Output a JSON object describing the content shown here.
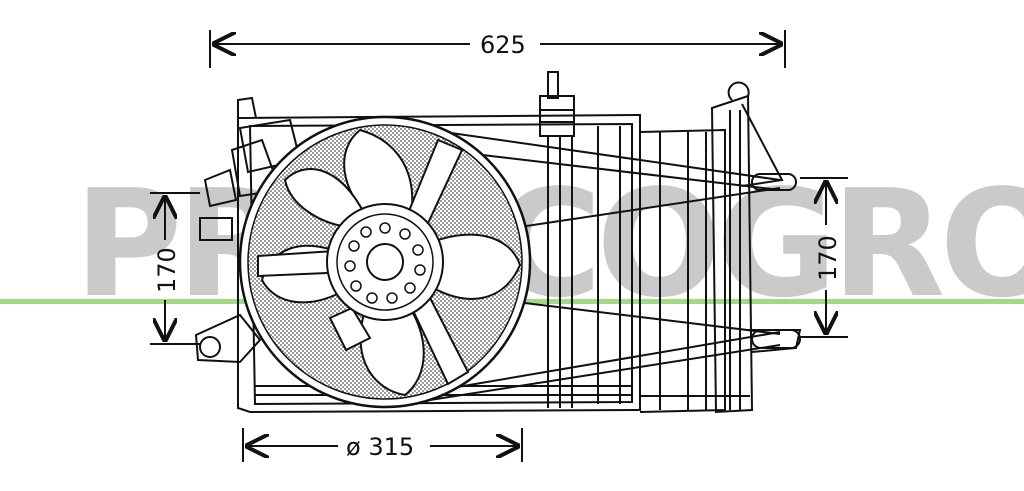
{
  "dimensions": {
    "width": "625",
    "height_left": "170",
    "height_right": "170",
    "fan_diameter": "ø 315"
  },
  "watermark": {
    "text": "PRASCOGROUP"
  },
  "colors": {
    "line": "#111111",
    "watermark": "#b9b9b9",
    "stripe": "#8fd36b",
    "dots": "#666666"
  }
}
